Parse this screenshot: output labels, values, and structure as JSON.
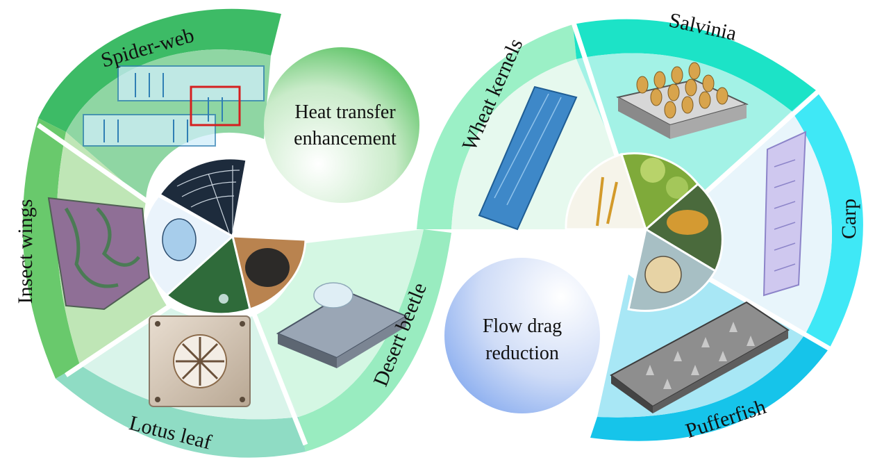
{
  "left_wheel": {
    "center_label_lines": [
      "Heat transfer",
      "enhancement"
    ],
    "segments": [
      {
        "label": "Spider-web",
        "ring_color": "#3dbb66",
        "panel_color": "#8fd6a3"
      },
      {
        "label": "Insect wings",
        "ring_color": "#69c96c",
        "panel_color": "#bfe6b6"
      },
      {
        "label": "Lotus leaf",
        "ring_color": "#8fdcc4",
        "panel_color": "#d9f4ea"
      },
      {
        "label": "Desert beetle",
        "ring_color": "#99ecc0",
        "panel_color": "#d4f7e3"
      }
    ]
  },
  "right_wheel": {
    "center_label_lines": [
      "Flow drag",
      "reduction"
    ],
    "segments": [
      {
        "label": "Wheat kernels",
        "ring_color": "#9bf0c6",
        "panel_color": "#e6f9ee"
      },
      {
        "label": "Salvinia",
        "ring_color": "#1ce3c7",
        "panel_color": "#a3f2e6"
      },
      {
        "label": "Carp",
        "ring_color": "#3fe8f6",
        "panel_color": "#e8f5fb"
      },
      {
        "label": "Pufferfish",
        "ring_color": "#16c4ea",
        "panel_color": "#a8e7f5"
      }
    ]
  }
}
